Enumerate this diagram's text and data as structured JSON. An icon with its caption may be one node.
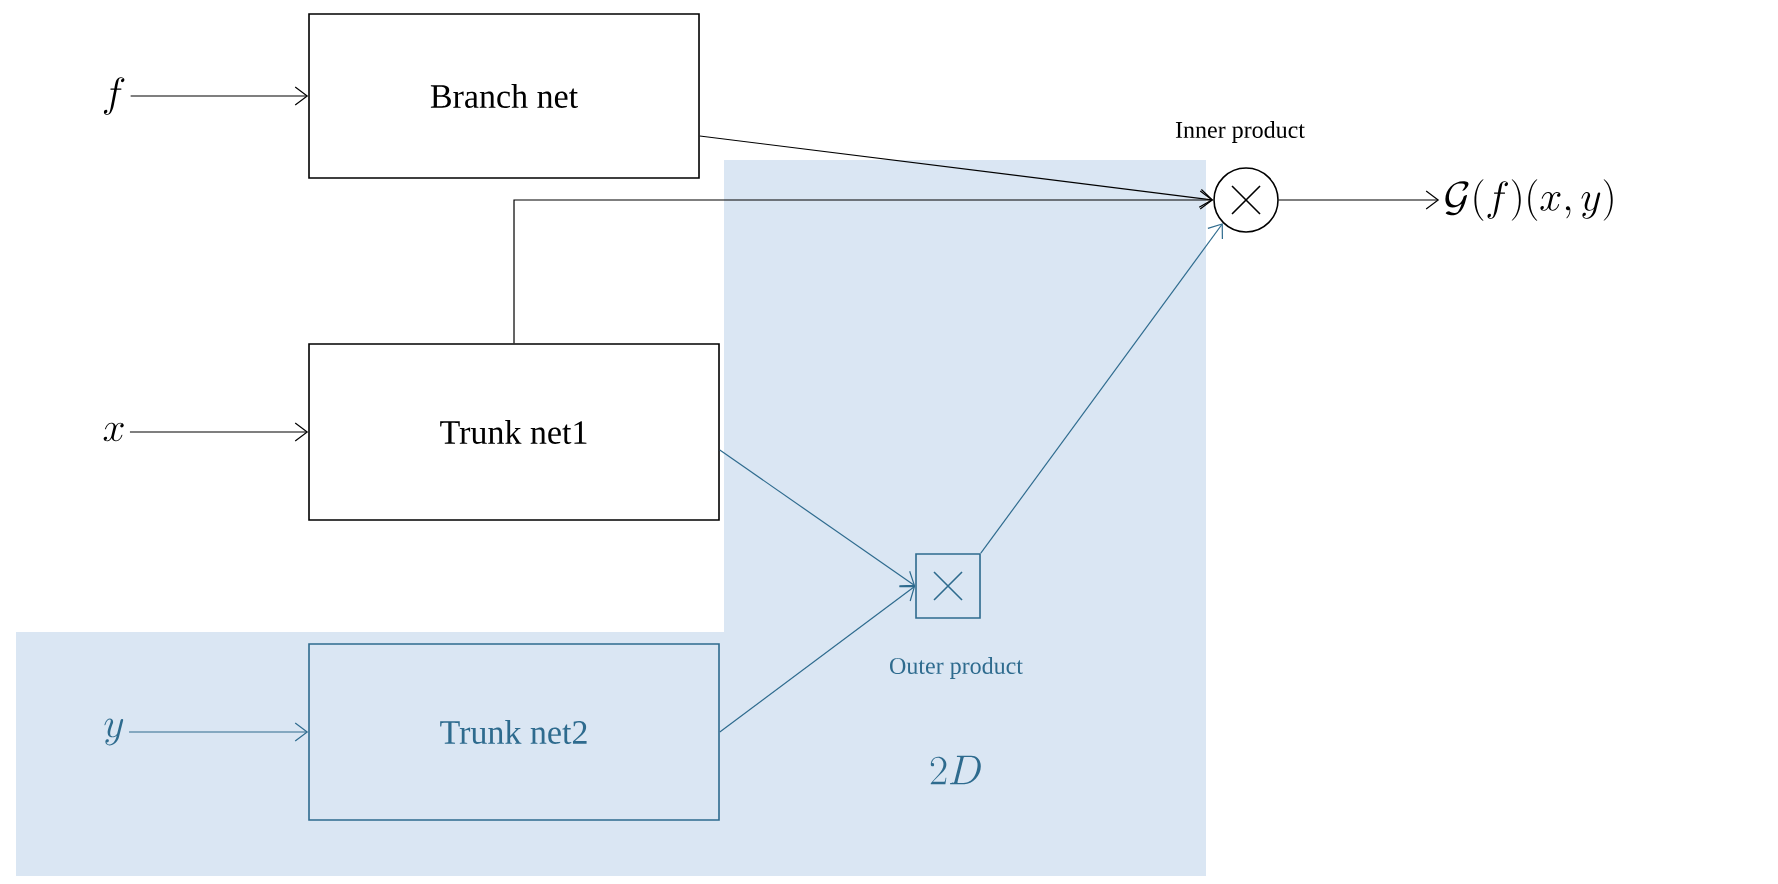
{
  "diagram": {
    "nodes": [
      {
        "text": [
          "f"
        ]
      },
      {
        "text": [
          "Branch net"
        ]
      },
      {
        "text": [],
        "shape": "circle",
        "beside": [
          "Inner product"
        ]
      },
      {
        "text": [
          "\\mathcal{G}(f)(x,y)"
        ]
      },
      {
        "text": [
          "x"
        ]
      },
      {
        "text": [
          "Trunk net1"
        ]
      },
      {
        "text": [
          "2D"
        ]
      },
      {
        "text": [
          "y"
        ],
        "in": 6
      },
      {
        "text": [
          "Trunk net2"
        ],
        "in": 6
      },
      {
        "text": [],
        "shape": "box",
        "beside": [
          "Outer product"
        ],
        "in": 6
      }
    ],
    "edges": [
      {
        "from": 0,
        "to": 1,
        "arrow": "to"
      },
      {
        "from": 1,
        "to": 2,
        "arrow": "to"
      },
      {
        "from": 5,
        "to": 2,
        "arrow": "to"
      },
      {
        "from": 2,
        "to": 3,
        "arrow": "to"
      },
      {
        "from": 4,
        "to": 5,
        "arrow": "to"
      },
      {
        "from": 5,
        "to": 9,
        "arrow": "to",
        "color": "#2e6b8e"
      },
      {
        "from": 7,
        "to": 8,
        "arrow": "to",
        "color": "#2e6b8e"
      },
      {
        "from": 8,
        "to": 9,
        "arrow": "to",
        "color": "#2e6b8e"
      },
      {
        "from": 9,
        "to": 2,
        "arrow": "to",
        "color": "#2e6b8e"
      }
    ]
  }
}
